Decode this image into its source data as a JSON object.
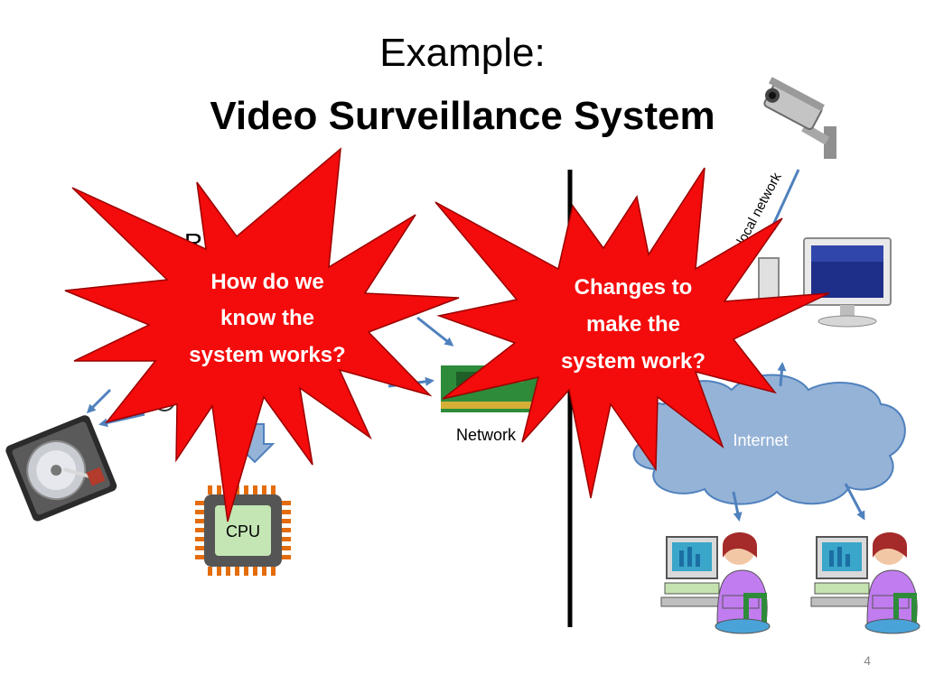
{
  "title": {
    "line1": "Example:",
    "line2": "Video Surveillance System"
  },
  "labels": {
    "local_network": "local network",
    "network": "Network",
    "internet": "Internet",
    "cpu": "CPU",
    "fragment_r": "R"
  },
  "callouts": {
    "left": [
      "How do we",
      "know the",
      "system works?"
    ],
    "right": [
      "Changes to",
      "make the",
      "system work?"
    ]
  },
  "page_number": "4",
  "colors": {
    "starburst": "#f40b0b",
    "arrow": "#4f81bd",
    "cloud": "#95b3d7",
    "cpu_pins": "#e46c0a",
    "cpu_body": "#555555",
    "cpu_core": "#c3e6b4"
  },
  "icons": [
    "security-camera-icon",
    "monitor-icon",
    "hard-drive-icon",
    "cpu-chip-icon",
    "network-card-icon",
    "user-at-computer-icon",
    "timer-icon",
    "cloud-icon"
  ]
}
